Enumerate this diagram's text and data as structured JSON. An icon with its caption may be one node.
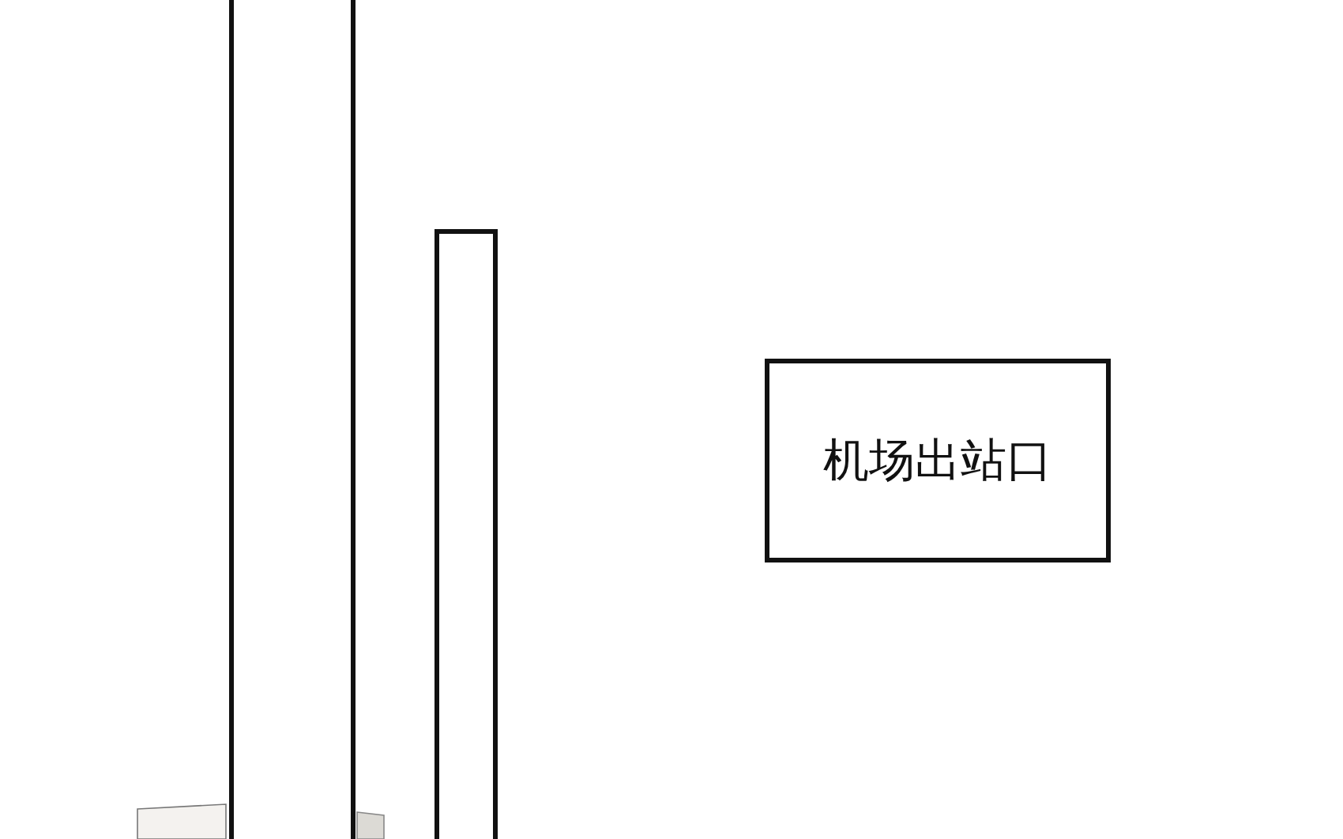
{
  "diagram": {
    "nodes": [
      {
        "text": [],
        "shape": "bar"
      },
      {
        "text": [],
        "shape": "bar"
      },
      {
        "text": [
          "机场出站口"
        ]
      }
    ]
  }
}
